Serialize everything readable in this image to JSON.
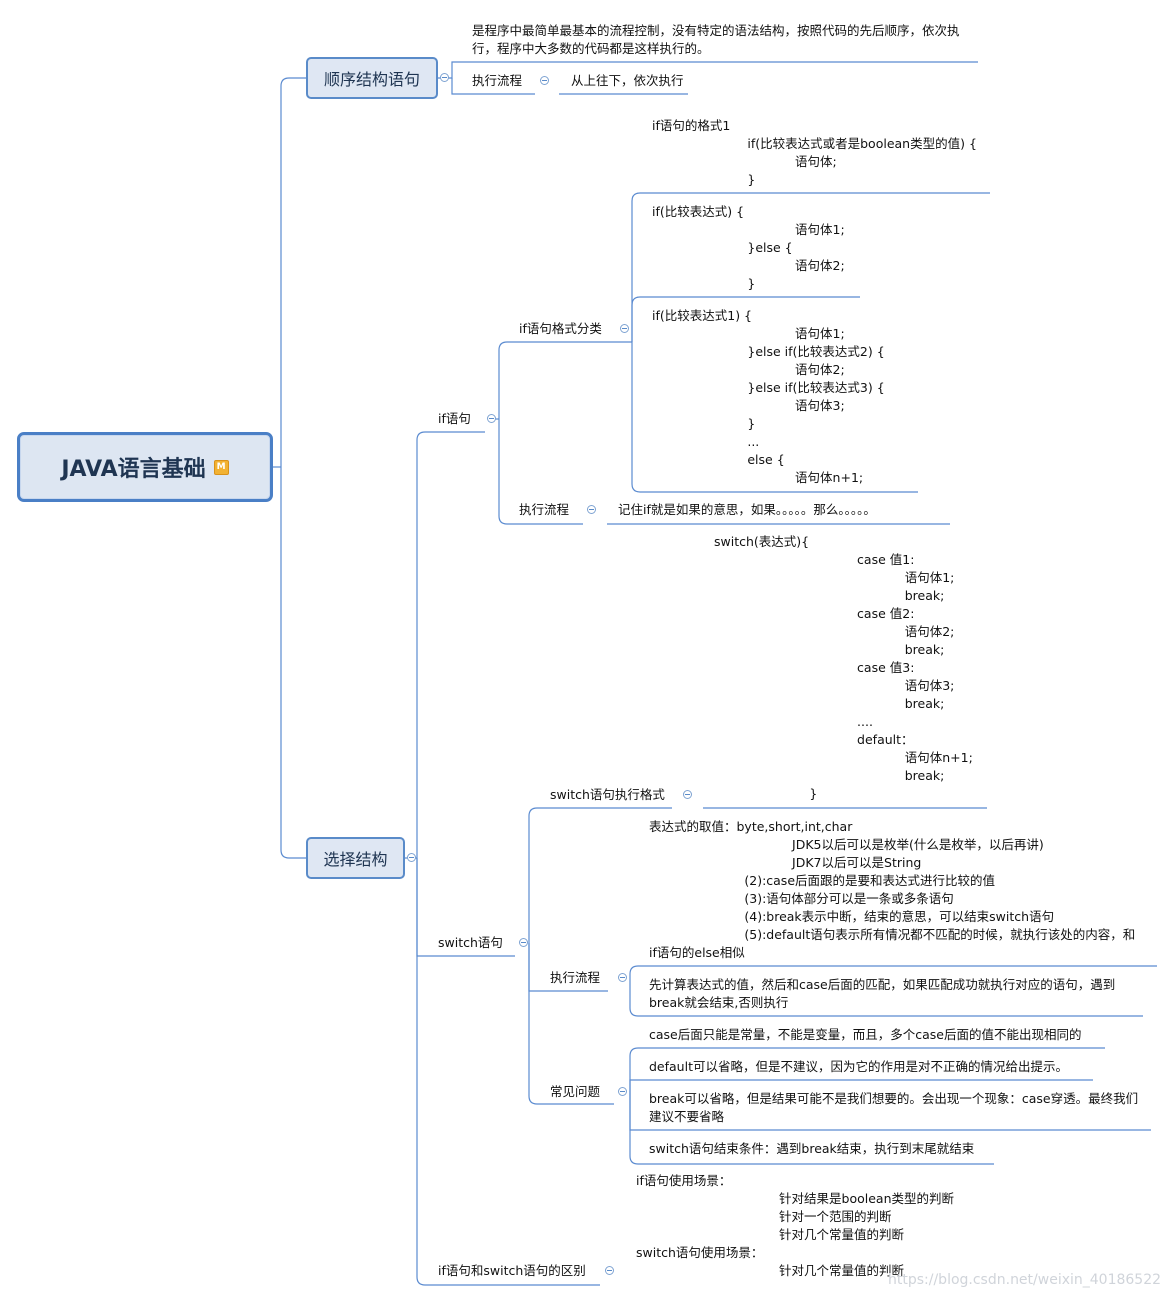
{
  "root": {
    "title": "JAVA语言基础",
    "marker": "M"
  },
  "branches": {
    "sequence": {
      "title": "顺序结构语句",
      "desc": "是程序中最简单最基本的流程控制，没有特定的语法结构，按照代码的先后顺序，依次执行，程序中大多数的代码都是这样执行的。",
      "flow_label": "执行流程",
      "flow_text": "从上往下，依次执行"
    },
    "selection": {
      "title": "选择结构",
      "if_stmt": {
        "label": "if语句",
        "format_label": "if语句格式分类",
        "format1": "if语句的格式1\n                        if(比较表达式或者是boolean类型的值) {\n                                    语句体;\n                        }",
        "format2": "if(比较表达式) {\n                                    语句体1;\n                        }else {\n                                    语句体2;\n                        }",
        "format3": "if(比较表达式1) {\n                                    语句体1;\n                        }else if(比较表达式2) {\n                                    语句体2;\n                        }else if(比较表达式3) {\n                                    语句体3;\n                        }\n                        ...\n                        else {\n                                    语句体n+1;",
        "flow_label": "执行流程",
        "flow_text": "记住if就是如果的意思，如果。。。。。那么。。。。。"
      },
      "switch_stmt": {
        "label": "switch语句",
        "format_label": "switch语句执行格式",
        "format_code": "switch(表达式){\n                                    case 值1:\n                                                语句体1;\n                                                break;\n                                    case 值2:\n                                                语句体2;\n                                                break;\n                                    case 值3:\n                                                语句体3;\n                                                break;\n                                    ....\n                                    default：\n                                                语句体n+1;\n                                                break;\n                        }",
        "flow_label": "执行流程",
        "flow_note": "表达式的取值：byte,short,int,char\n                                    JDK5以后可以是枚举(什么是枚举，以后再讲)\n                                    JDK7以后可以是String\n                        (2):case后面跟的是要和表达式进行比较的值\n                        (3):语句体部分可以是一条或多条语句\n                        (4):break表示中断，结束的意思，可以结束switch语句\n                        (5):default语句表示所有情况都不匹配的时候，就执行该处的内容，和\nif语句的else相似",
        "flow_text": "先计算表达式的值，然后和case后面的匹配，如果匹配成功就执行对应的语句，遇到break就会结束,否则执行",
        "faq_label": "常见问题",
        "faq": [
          "case后面只能是常量，不能是变量，而且，多个case后面的值不能出现相同的",
          "default可以省略，但是不建议，因为它的作用是对不正确的情况给出提示。",
          "break可以省略，但是结果可能不是我们想要的。会出现一个现象：case穿透。最终我们建议不要省略",
          "switch语句结束条件：遇到break结束，执行到末尾就结束"
        ]
      },
      "diff": {
        "label": "if语句和switch语句的区别",
        "text": "if语句使用场景：\n                                    针对结果是boolean类型的判断\n                                    针对一个范围的判断\n                                    针对几个常量值的判断\nswitch语句使用场景：\n                                    针对几个常量值的判断"
      }
    }
  },
  "watermark": "https://blog.csdn.net/weixin_40186522",
  "colors": {
    "line": "#5b8bd0",
    "node_fill": "#dfe7f3",
    "node_border": "#5a8bc9",
    "root_text": "#1f3552"
  }
}
